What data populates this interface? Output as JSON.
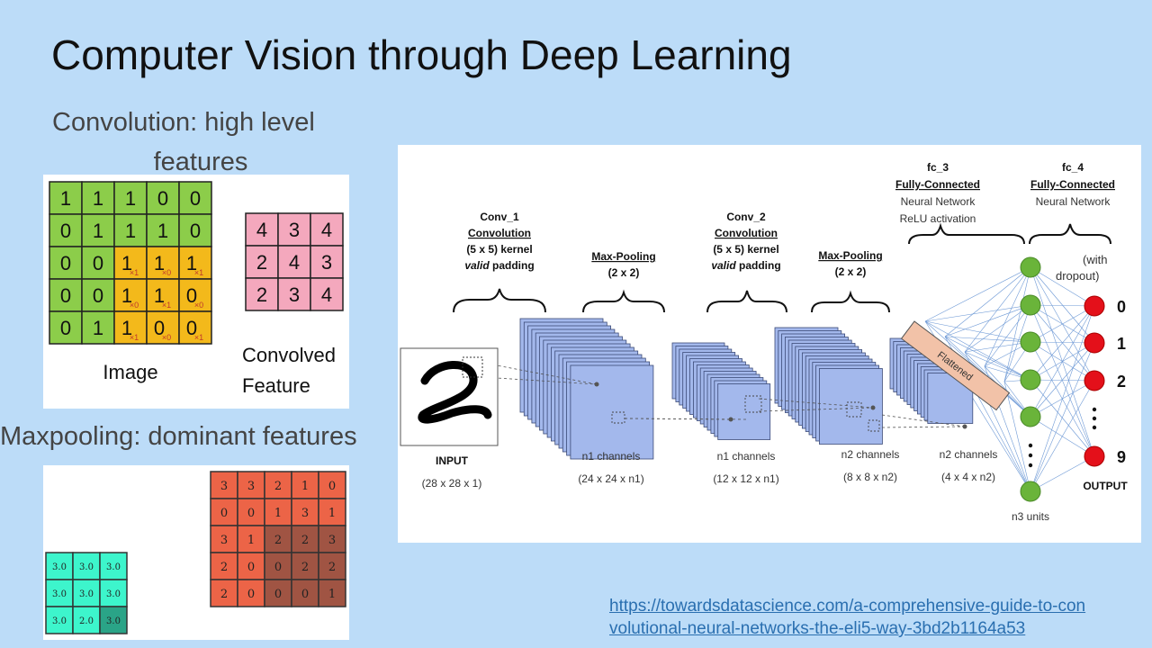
{
  "slide": {
    "title": "Computer Vision through Deep Learning",
    "convolution_heading": "Convolution: high level features",
    "convolution_heading_l1": "Convolution: high level",
    "convolution_heading_l2": "features",
    "maxpool_heading": "Maxpooling: dominant features",
    "link_line1": "https://towardsdatascience.com/a-comprehensive-guide-to-con",
    "link_line2": "volutional-neural-networks-the-eli5-way-3bd2b1164a53"
  },
  "convolution": {
    "image_label": "Image",
    "feature_label_l1": "Convolved",
    "feature_label_l2": "Feature",
    "image_grid": [
      [
        "1",
        "1",
        "1",
        "0",
        "0"
      ],
      [
        "0",
        "1",
        "1",
        "1",
        "0"
      ],
      [
        "0",
        "0",
        "1",
        "1",
        "1"
      ],
      [
        "0",
        "0",
        "1",
        "1",
        "0"
      ],
      [
        "0",
        "1",
        "1",
        "0",
        "0"
      ]
    ],
    "kernel_weights": [
      [
        "×1",
        "×0",
        "×1"
      ],
      [
        "×0",
        "×1",
        "×0"
      ],
      [
        "×1",
        "×0",
        "×1"
      ]
    ],
    "feature_grid": [
      [
        "4",
        "3",
        "4"
      ],
      [
        "2",
        "4",
        "3"
      ],
      [
        "2",
        "3",
        "4"
      ]
    ],
    "colors": {
      "green": "#8ccd4a",
      "orange": "#f3b91b",
      "pink": "#f4a8bd",
      "kernel_text": "#c0392b"
    }
  },
  "maxpool": {
    "output_grid": [
      [
        "3.0",
        "3.0",
        "3.0"
      ],
      [
        "3.0",
        "3.0",
        "3.0"
      ],
      [
        "3.0",
        "2.0",
        "3.0"
      ]
    ],
    "input_grid": [
      [
        "3",
        "3",
        "2",
        "1",
        "0"
      ],
      [
        "0",
        "0",
        "1",
        "3",
        "1"
      ],
      [
        "3",
        "1",
        "2",
        "2",
        "3"
      ],
      [
        "2",
        "0",
        "0",
        "2",
        "2"
      ],
      [
        "2",
        "0",
        "0",
        "0",
        "1"
      ]
    ],
    "colors": {
      "cyan": "#3df5cc",
      "cyan_dark": "#2aa487",
      "red": "#ec6447",
      "red_dark": "#a05443"
    }
  },
  "cnn": {
    "stages": [
      {
        "label": "INPUT",
        "dims": "(28 x 28 x 1)"
      },
      {
        "label": "n1 channels",
        "dims": "(24 x 24 x n1)"
      },
      {
        "label": "n1 channels",
        "dims": "(12 x 12 x n1)"
      },
      {
        "label": "n2 channels",
        "dims": "(8 x 8 x n2)"
      },
      {
        "label": "n2 channels",
        "dims": "(4 x 4 x n2)"
      }
    ],
    "ops": [
      {
        "name": "Conv_1",
        "type": "Convolution",
        "l3": "(5 x 5) kernel",
        "l4a": "valid",
        "l4b": " padding"
      },
      {
        "name": "Max-Pooling",
        "l2": "(2 x 2)"
      },
      {
        "name": "Conv_2",
        "type": "Convolution",
        "l3": "(5 x 5) kernel",
        "l4a": "valid",
        "l4b": " padding"
      },
      {
        "name": "Max-Pooling",
        "l2": "(2 x 2)"
      }
    ],
    "fc3": {
      "name": "fc_3",
      "type": "Fully-Connected",
      "l3": "Neural Network",
      "l4": "ReLU activation"
    },
    "fc4": {
      "name": "fc_4",
      "type": "Fully-Connected",
      "l3": "Neural Network"
    },
    "dropout_l1": "(with",
    "dropout_l2": "dropout)",
    "flattened": "Flattened",
    "hidden_units": "n3 units",
    "outputs": [
      "0",
      "1",
      "2",
      "9"
    ],
    "output_label": "OUTPUT",
    "colors": {
      "layer_fill": "#a3b8ec",
      "layer_stroke": "#3b4a77",
      "node_green": "#6ab43a",
      "node_red": "#e4101a",
      "flat_fill": "#f2c2a8",
      "edge": "#6f9ad6"
    }
  }
}
